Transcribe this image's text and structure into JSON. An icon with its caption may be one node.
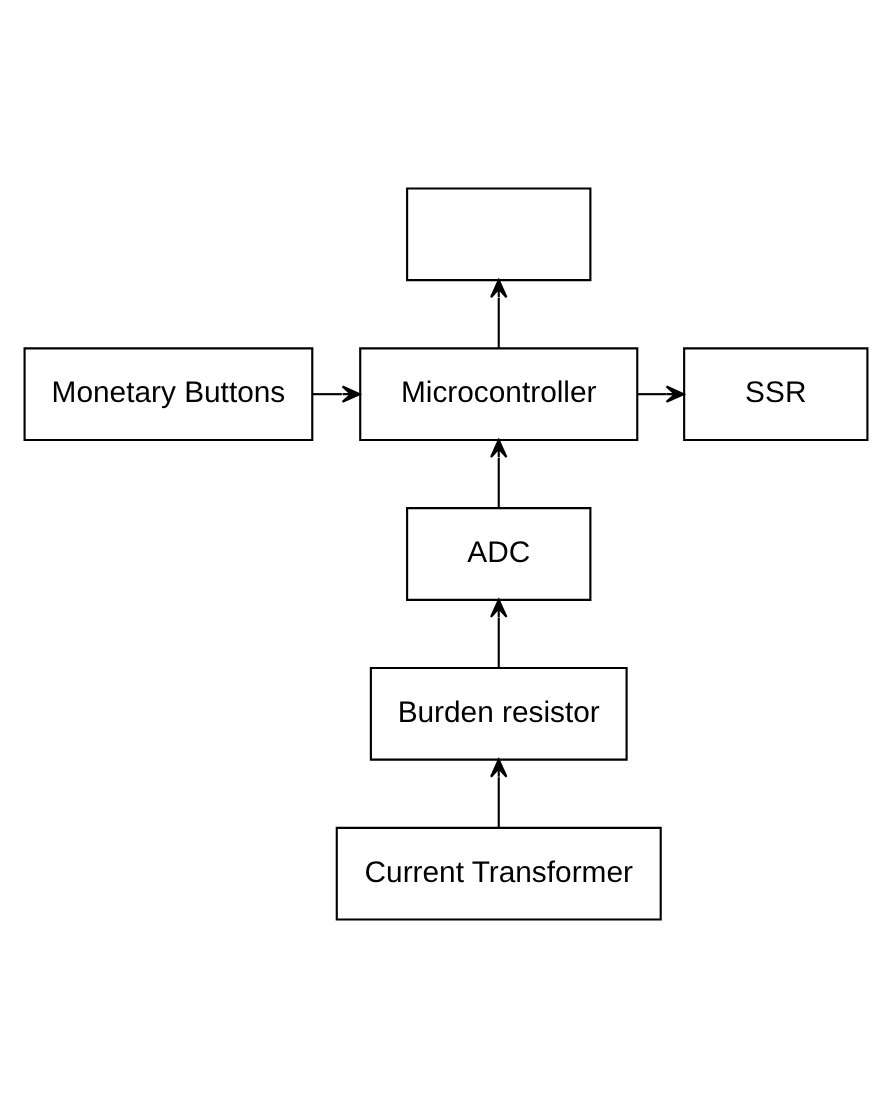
{
  "diagram": {
    "nodes": [
      {
        "text": [],
        "shape": "box"
      },
      {
        "text": [
          "SSR"
        ]
      },
      {
        "text": [
          "Monetary Buttons"
        ]
      },
      {
        "text": [
          "Microcontroller"
        ]
      },
      {
        "text": [
          "ADC"
        ]
      },
      {
        "text": [
          "Burden resistor"
        ]
      },
      {
        "text": [
          "Current Transformer"
        ]
      }
    ],
    "edges": [
      {
        "from": 3,
        "to": 0,
        "arrow": "to"
      },
      {
        "from": 3,
        "to": 1,
        "arrow": "to"
      },
      {
        "from": 2,
        "to": 3,
        "arrow": "to"
      },
      {
        "from": 4,
        "to": 3,
        "arrow": "to"
      },
      {
        "from": 5,
        "to": 4,
        "arrow": "to"
      },
      {
        "from": 6,
        "to": 5,
        "arrow": "to"
      }
    ]
  }
}
